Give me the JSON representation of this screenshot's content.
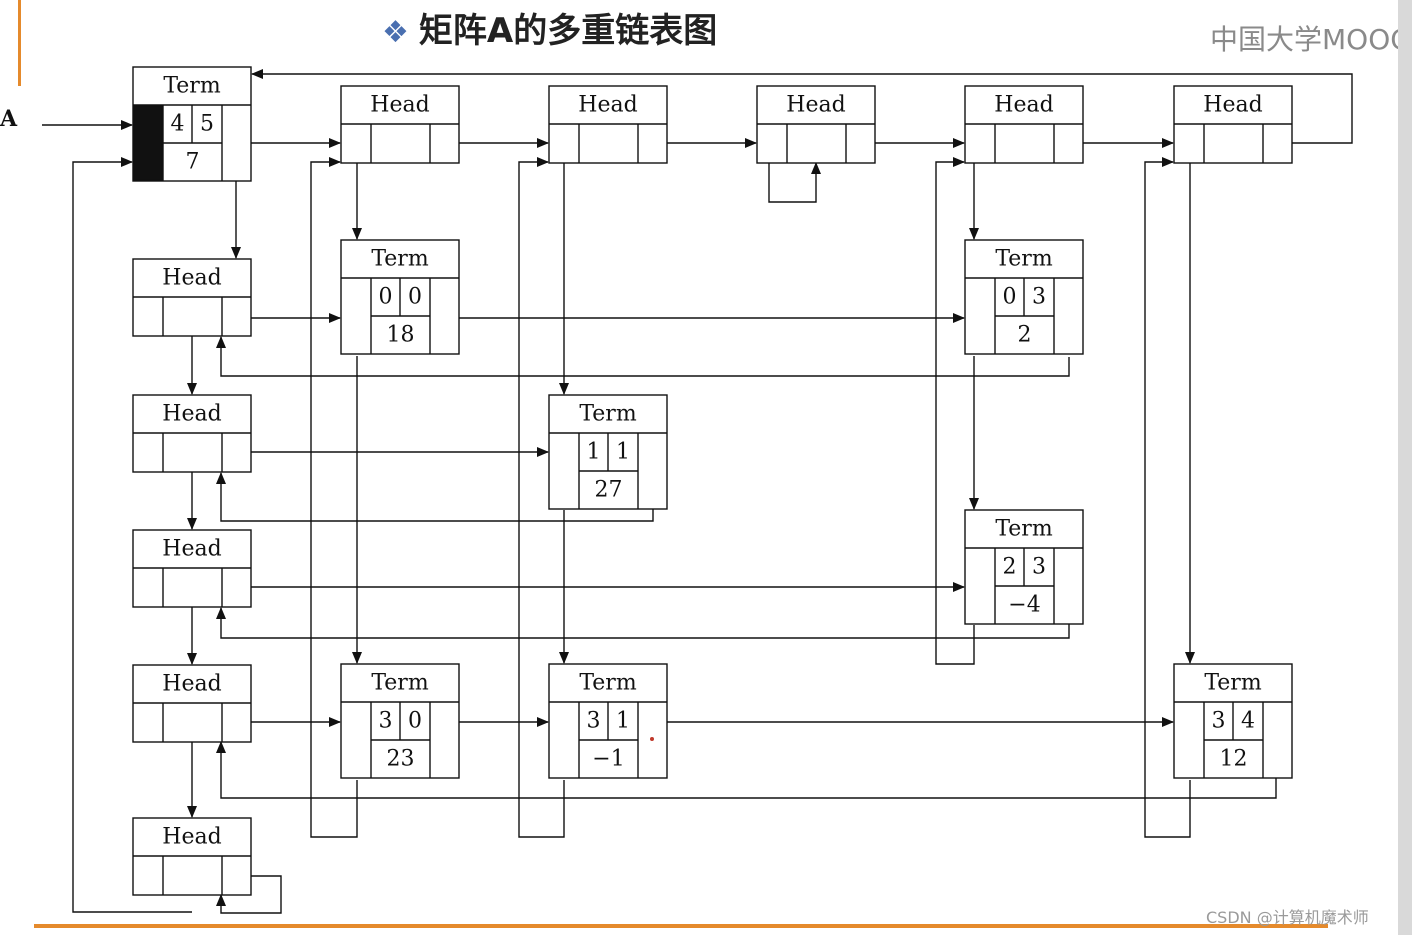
{
  "title": {
    "bullet": "❖",
    "text": "矩阵A的多重链表图"
  },
  "logo": {
    "text": "中国大学MOOC",
    "icon": "mooc-logo-icon"
  },
  "watermark": "CSDN @计算机魔术师",
  "pointer_label": "A",
  "colors": {
    "rule": "#e58a2c",
    "line": "#111111",
    "title_bullet": "#4a6fb0"
  },
  "diagram": {
    "entry": {
      "label": "Term",
      "row": "4",
      "col": "5",
      "value": "7"
    },
    "column_heads": [
      {
        "label": "Head"
      },
      {
        "label": "Head"
      },
      {
        "label": "Head"
      },
      {
        "label": "Head"
      },
      {
        "label": "Head"
      }
    ],
    "row_heads": [
      {
        "label": "Head"
      },
      {
        "label": "Head"
      },
      {
        "label": "Head"
      },
      {
        "label": "Head"
      },
      {
        "label": "Head"
      }
    ],
    "terms": [
      {
        "label": "Term",
        "row": "0",
        "col": "0",
        "value": "18"
      },
      {
        "label": "Term",
        "row": "0",
        "col": "3",
        "value": "2"
      },
      {
        "label": "Term",
        "row": "1",
        "col": "1",
        "value": "27"
      },
      {
        "label": "Term",
        "row": "2",
        "col": "3",
        "value": "−4"
      },
      {
        "label": "Term",
        "row": "3",
        "col": "0",
        "value": "23"
      },
      {
        "label": "Term",
        "row": "3",
        "col": "1",
        "value": "−1"
      },
      {
        "label": "Term",
        "row": "3",
        "col": "4",
        "value": "12"
      }
    ]
  }
}
